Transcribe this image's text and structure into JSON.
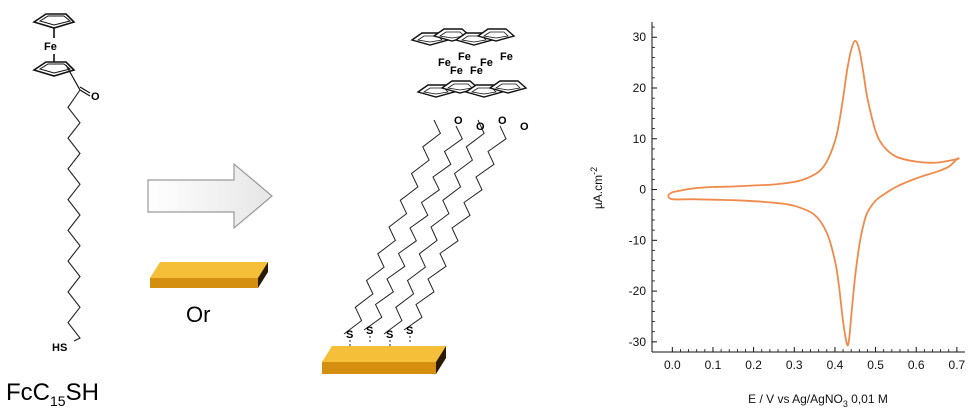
{
  "molecule": {
    "metal": "Fe",
    "oxygen": "O",
    "thiol": "HS",
    "sulfur": "S",
    "name_main": "FcC",
    "name_sub": "15",
    "name_tail": "SH",
    "chain_carbons": 15
  },
  "substrate": {
    "label": "Or",
    "color": "#f0a81c"
  },
  "monolayer": {
    "chains": 4
  },
  "chart_data": {
    "type": "line",
    "xlabel_main": "E / V vs Ag/AgNO",
    "xlabel_sub": "3",
    "xlabel_tail": " 0,01 M",
    "ylabel_main": "µA.cm",
    "ylabel_sup": "-2",
    "xlim": [
      -0.05,
      0.72
    ],
    "ylim": [
      -32,
      33
    ],
    "xticks": [
      "0.0",
      "0.1",
      "0.2",
      "0.3",
      "0.4",
      "0.5",
      "0.6",
      "0.7"
    ],
    "yticks": [
      "-30",
      "-20",
      "-10",
      "0",
      "10",
      "20",
      "30"
    ],
    "series": [
      {
        "color": "#f08a4b",
        "forward": {
          "x": [
            0.0,
            0.05,
            0.1,
            0.15,
            0.2,
            0.25,
            0.3,
            0.33,
            0.36,
            0.38,
            0.4,
            0.41,
            0.42,
            0.43,
            0.44,
            0.45,
            0.46,
            0.47,
            0.48,
            0.5,
            0.52,
            0.55,
            0.6,
            0.65,
            0.7
          ],
          "y": [
            -0.5,
            0.2,
            0.5,
            0.6,
            0.8,
            1.0,
            1.5,
            2.2,
            3.5,
            5.5,
            9.5,
            13,
            18,
            23.5,
            27.5,
            29.3,
            27.5,
            23,
            18,
            11.5,
            8.5,
            6.5,
            5.5,
            5.3,
            6
          ]
        },
        "reverse": {
          "x": [
            0.7,
            0.68,
            0.65,
            0.6,
            0.55,
            0.52,
            0.5,
            0.48,
            0.47,
            0.46,
            0.45,
            0.44,
            0.435,
            0.43,
            0.42,
            0.41,
            0.4,
            0.38,
            0.35,
            0.3,
            0.25,
            0.2,
            0.15,
            0.1,
            0.05,
            0.0,
            -0.01,
            0.0
          ],
          "y": [
            6,
            4.5,
            3.5,
            2.2,
            0.5,
            -1.0,
            -2.2,
            -4.5,
            -7,
            -11,
            -17,
            -25,
            -29.5,
            -30.5,
            -26,
            -19,
            -14,
            -8.5,
            -5,
            -3.2,
            -2.6,
            -2.3,
            -2.1,
            -2.0,
            -1.9,
            -1.9,
            -1.2,
            -0.5
          ]
        }
      }
    ]
  }
}
